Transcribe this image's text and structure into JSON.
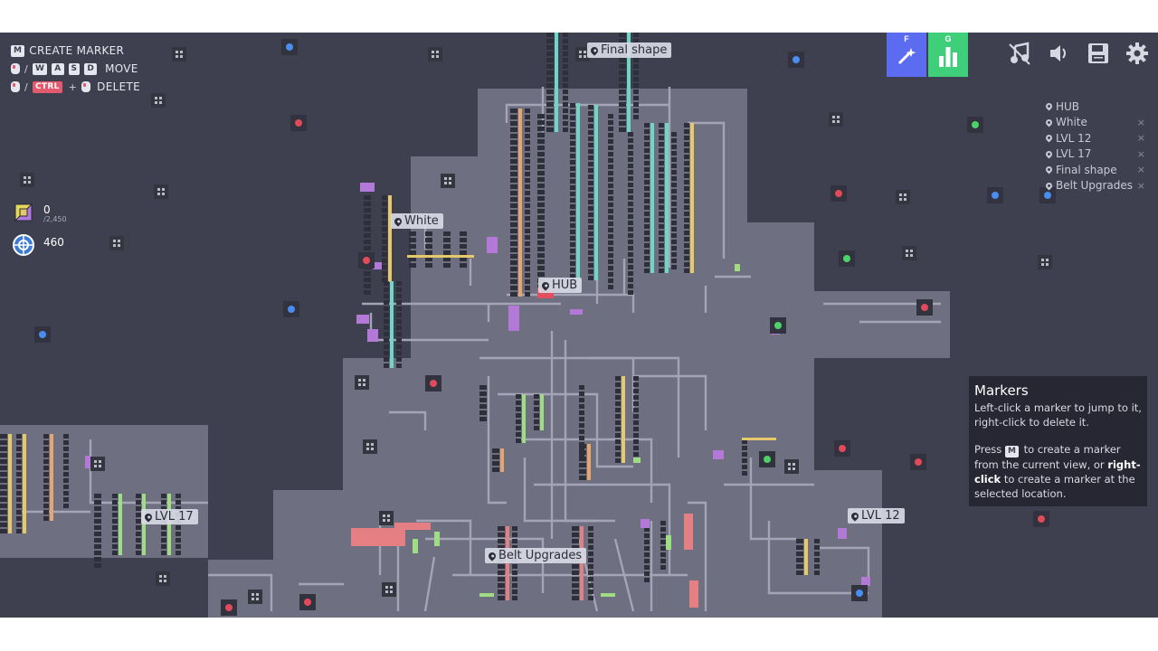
{
  "hints": {
    "create_marker_key": "M",
    "create_marker": "CREATE MARKER",
    "move_keys": [
      "W",
      "A",
      "S",
      "D"
    ],
    "move": "MOVE",
    "ctrl_key": "CTRL",
    "delete": "DELETE",
    "sep": "/",
    "plus": "+"
  },
  "counters": {
    "shapes_value": "0",
    "shapes_goal": "/2,450",
    "level_value": "460"
  },
  "buttons": {
    "f_key": "F",
    "g_key": "G"
  },
  "map_labels": {
    "final_shape": "Final shape",
    "white": "White",
    "hub": "HUB",
    "lvl17": "LVL 17",
    "belt_upgrades": "Belt Upgrades",
    "lvl12": "LVL 12"
  },
  "marker_list": [
    "HUB",
    "White",
    "LVL 12",
    "LVL 17",
    "Final shape",
    "Belt Upgrades"
  ],
  "marker_delete_glyph": "×",
  "tooltip": {
    "title": "Markers",
    "line1": "Left-click a marker to jump to it, right-click to delete it.",
    "press": "Press",
    "key": "M",
    "line2a": "to create a marker from the current view, or",
    "line2b": "right-click",
    "line2c": "to create a marker at the selected location."
  },
  "colors": {
    "background": "#3e3f4f",
    "platform": "#6e7082",
    "belt": "#9fa1b2",
    "building": "#2e2f3b",
    "accent_cyan": "#6fd6c6",
    "accent_yellow": "#e6c96a",
    "accent_orange": "#e5a56f",
    "accent_pink": "#e47f84",
    "accent_purple": "#b27ad6",
    "accent_green": "#9fdc83",
    "resource_red": "#e04a5a",
    "resource_blue": "#4a8df0",
    "resource_green": "#4bd36a"
  }
}
